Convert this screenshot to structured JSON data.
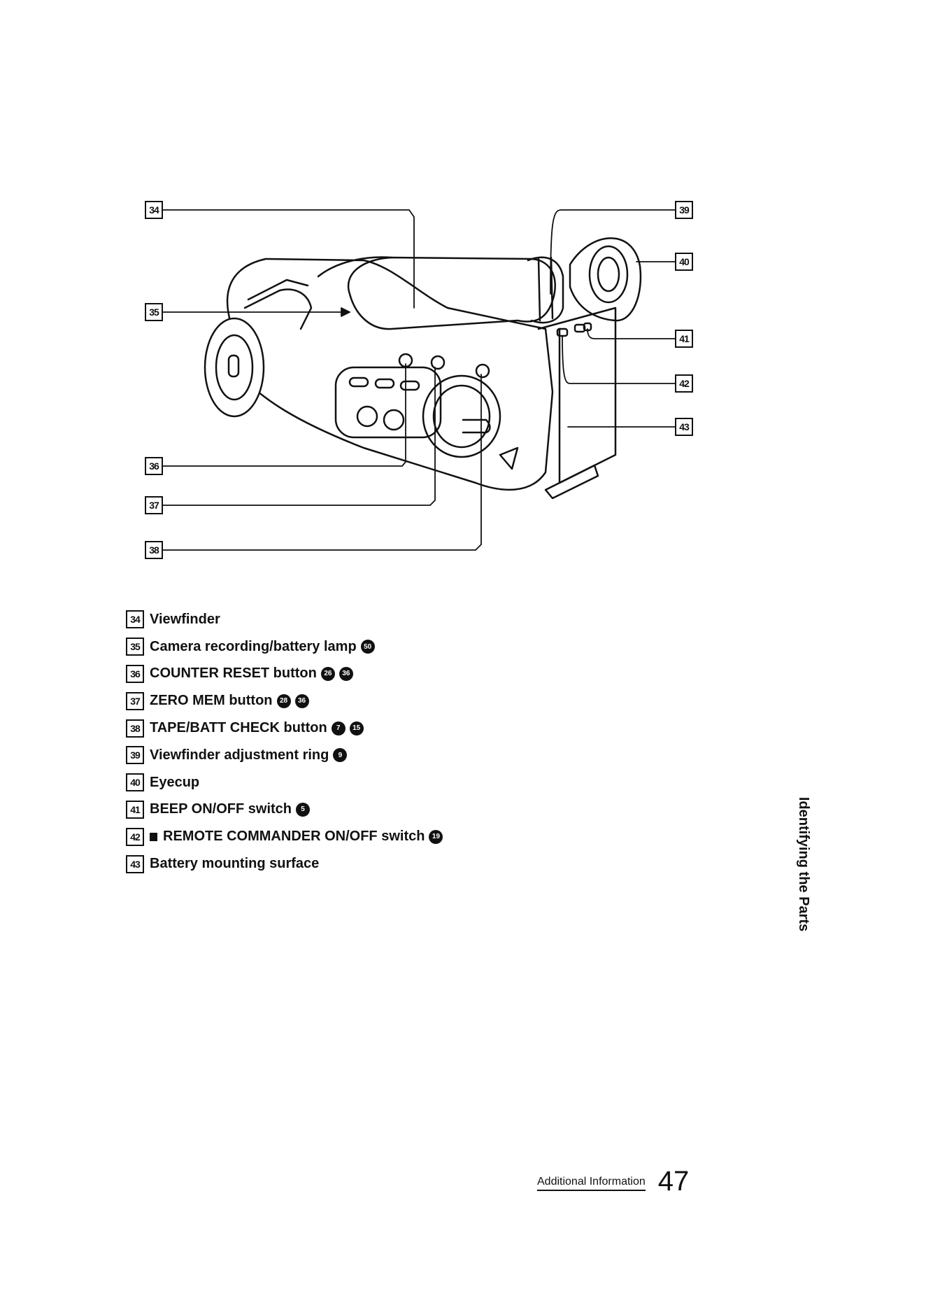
{
  "callouts": [
    "34",
    "35",
    "36",
    "37",
    "38",
    "39",
    "40",
    "41",
    "42",
    "43"
  ],
  "parts": [
    {
      "num": "34",
      "label": "Viewfinder",
      "refs": []
    },
    {
      "num": "35",
      "label": "Camera recording/battery lamp",
      "refs": [
        "50"
      ]
    },
    {
      "num": "36",
      "label": "COUNTER RESET button",
      "refs": [
        "26",
        "36"
      ]
    },
    {
      "num": "37",
      "label": "ZERO MEM button",
      "refs": [
        "28",
        "36"
      ]
    },
    {
      "num": "38",
      "label": "TAPE/BATT CHECK button",
      "refs": [
        "7",
        "15"
      ]
    },
    {
      "num": "39",
      "label": "Viewfinder adjustment ring",
      "refs": [
        "9"
      ]
    },
    {
      "num": "40",
      "label": "Eyecup",
      "refs": []
    },
    {
      "num": "41",
      "label": "BEEP ON/OFF switch",
      "refs": [
        "5"
      ]
    },
    {
      "num": "42",
      "label": "REMOTE COMMANDER ON/OFF switch",
      "refs": [
        "19"
      ]
    },
    {
      "num": "43",
      "label": "Battery mounting surface",
      "refs": []
    }
  ],
  "side_tab": "Identifying the Parts",
  "footer": {
    "section": "Additional Information",
    "page": "47"
  }
}
